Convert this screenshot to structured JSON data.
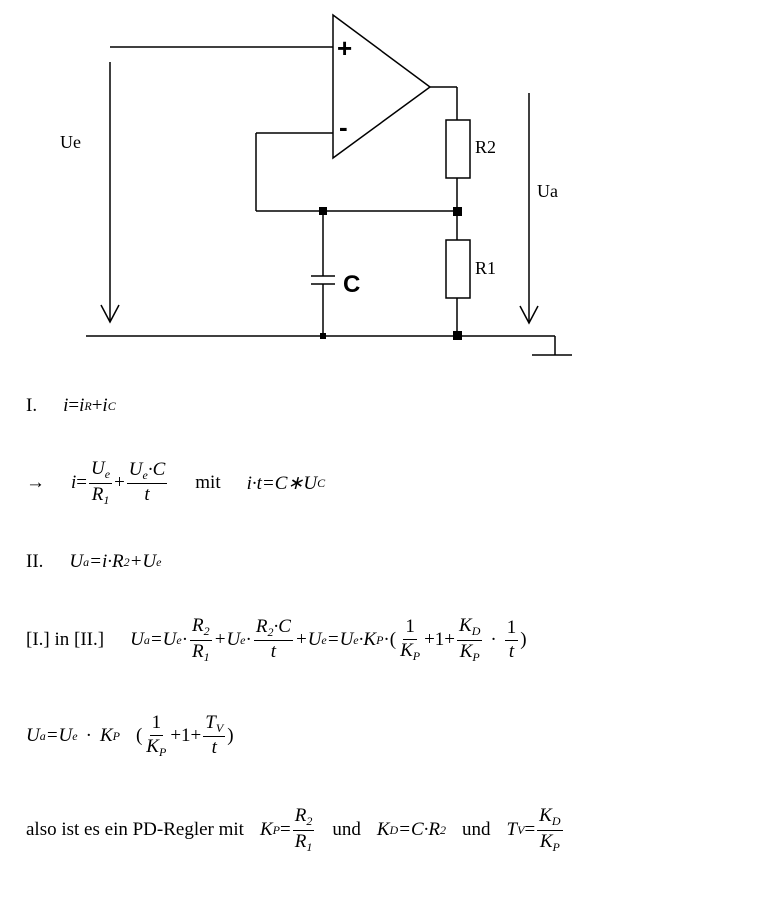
{
  "circuit": {
    "label_ue": "Ue",
    "label_ua": "Ua",
    "label_r1": "R1",
    "label_r2": "R2",
    "label_c": "C",
    "sign_plus": "+",
    "sign_minus": "-"
  },
  "equations": {
    "e1": {
      "label": "I.",
      "i": "i",
      "eq": "=",
      "iR": "i",
      "R": "R",
      "plus": "+",
      "iC": "i",
      "C": "C"
    },
    "e2": {
      "arrow": "→",
      "i": "i",
      "eq": "=",
      "f1_num": "U",
      "f1_num_sub": "e",
      "f1_den": "R",
      "f1_den_sub": "1",
      "plus": "+",
      "f2_num": "U",
      "f2_num_sub": "e",
      "f2_num_rest": "·C",
      "f2_den": "t",
      "mit": "mit",
      "rhs": "i·t=C∗U",
      "rhs_sub": "C"
    },
    "e3": {
      "label": "II.",
      "lhs": "U",
      "lhs_sub": "a",
      "rhs1": "=i·R",
      "rhs1_sub": "2",
      "rhs2": "+U",
      "rhs2_sub": "e"
    },
    "e4": {
      "label": "[I.] in [II.]",
      "lhs": "U",
      "lhs_sub": "a",
      "t1": "=U",
      "t1_sub": "e",
      "t1_dot": "·",
      "f1_num": "R",
      "f1_num_sub": "2",
      "f1_den": "R",
      "f1_den_sub": "1",
      "t2": "+U",
      "t2_sub": "e",
      "t2_dot": "·",
      "f2_num": "R",
      "f2_num_sub": "2",
      "f2_num_rest": "·C",
      "f2_den": "t",
      "t3": "+U",
      "t3_sub": "e",
      "t4": "=U",
      "t4_sub": "e",
      "t5": "·K",
      "t5_sub": "P",
      "t6": "·(",
      "f3_num": "1",
      "f3_den": "K",
      "f3_den_sub": "P",
      "t7": "+1+",
      "f4_num": "K",
      "f4_num_sub": "D",
      "f4_den": "K",
      "f4_den_sub": "P",
      "t8": "·",
      "f5_num": "1",
      "f5_den": "t",
      "t9": ")"
    },
    "e5": {
      "lhs": "U",
      "lhs_sub": "a",
      "t1": "=U",
      "t1_sub": "e",
      "t2": "·",
      "t3": "K",
      "t3_sub": "P",
      "t4": "(",
      "f1_num": "1",
      "f1_den": "K",
      "f1_den_sub": "P",
      "t5": "+1+",
      "f2_num": "T",
      "f2_num_sub": "V",
      "f2_den": "t",
      "t6": ")"
    },
    "e6": {
      "text": "also ist es ein PD-Regler mit",
      "kp": "K",
      "kp_sub": "P",
      "eq1": "=",
      "f1_num": "R",
      "f1_num_sub": "2",
      "f1_den": "R",
      "f1_den_sub": "1",
      "und1": "und",
      "kd": "K",
      "kd_sub": "D",
      "kd_rhs": "=C·R",
      "kd_rhs_sub": "2",
      "und2": "und",
      "tv": "T",
      "tv_sub": "V",
      "eq2": "=",
      "f2_num": "K",
      "f2_num_sub": "D",
      "f2_den": "K",
      "f2_den_sub": "P"
    }
  }
}
